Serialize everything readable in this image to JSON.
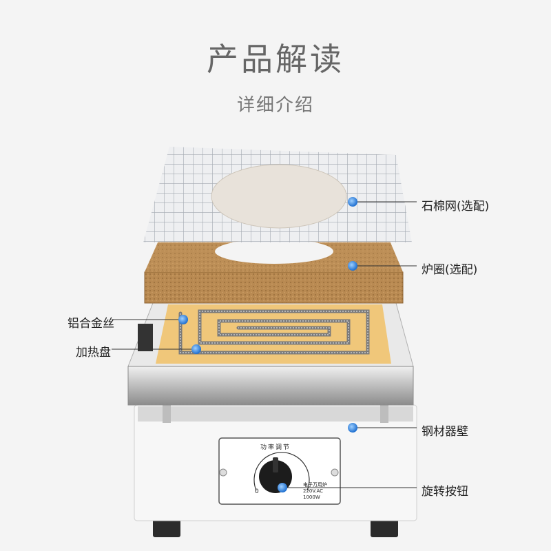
{
  "header": {
    "title": "产品解读",
    "subtitle": "详细介绍"
  },
  "callouts": {
    "mesh": "石棉网(选配)",
    "ring": "炉圈(选配)",
    "wire": "铝合金丝",
    "plate": "加热盘",
    "wall": "钢材器壁",
    "knob": "旋转按钮"
  },
  "panel": {
    "title": "功率调节",
    "model_name": "电子万用炉",
    "voltage": "220V.AC",
    "power": "1000W",
    "dial_min": "0"
  },
  "colors": {
    "background": "#f4f4f4",
    "marker": "#1e88e5",
    "cork": "#b98a52",
    "ceramic": "#f0c77a",
    "steel": "#c9c9c9"
  }
}
